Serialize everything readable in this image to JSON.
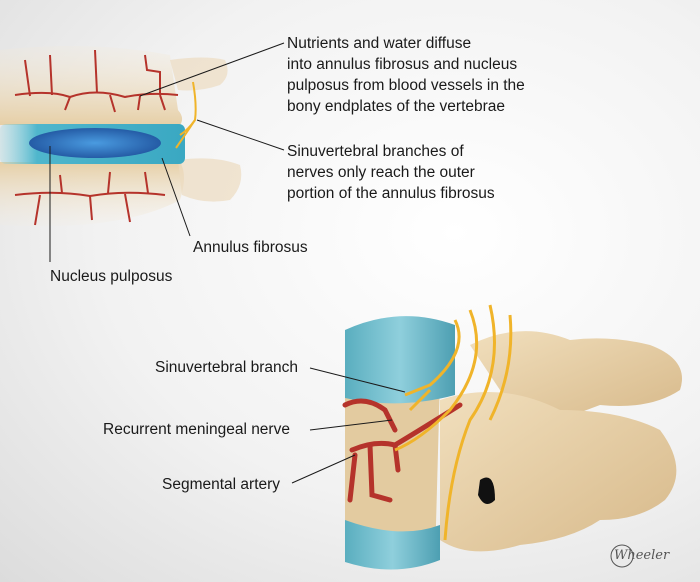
{
  "labels": {
    "nutrients": [
      "Nutrients and water diffuse",
      "into annulus fibrosus and nucleus",
      "pulposus from blood vessels in the",
      "bony endplates of the vertebrae"
    ],
    "sinuvertebral_branches": [
      "Sinuvertebral branches of",
      "nerves only reach the outer",
      "portion of the annulus fibrosus"
    ],
    "annulus_fibrosus": "Annulus fibrosus",
    "nucleus_pulposus": "Nucleus pulposus",
    "sinuvertebral_branch": "Sinuvertebral branch",
    "recurrent_meningeal_nerve": "Recurrent meningeal nerve",
    "segmental_artery": "Segmental artery"
  },
  "signature": "Wheeler",
  "colors": {
    "bone": "#e8d2aa",
    "disc": "#4fb3c8",
    "nucleus": "#2a6fb5",
    "artery": "#b5332b",
    "nerve": "#f0b42a"
  }
}
